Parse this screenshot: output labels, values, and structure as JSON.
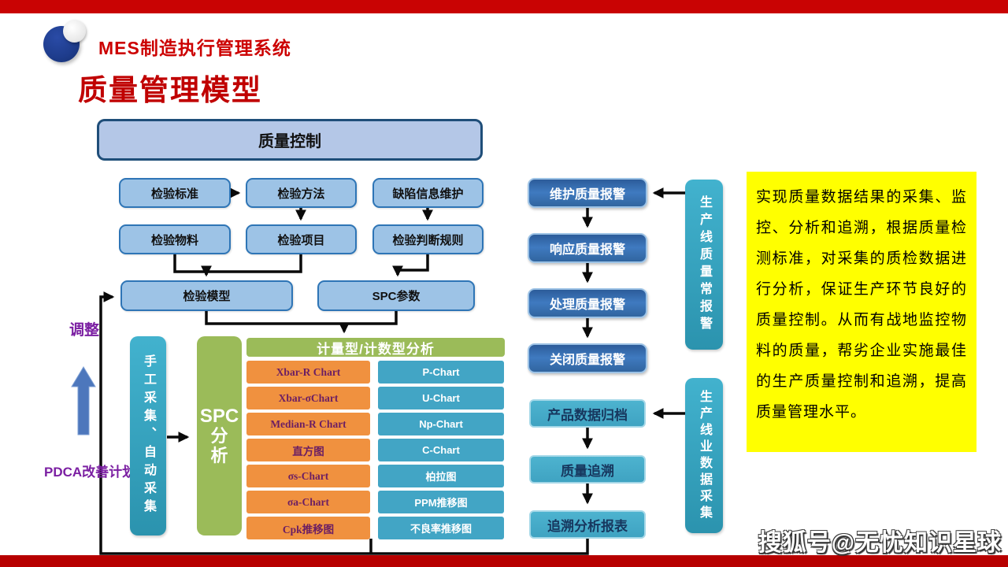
{
  "slide": {
    "brand": "MES制造执行管理系统",
    "title": "质量管理模型",
    "watermark": "搜狐号@无忧知识星球"
  },
  "colors": {
    "top_bar_red": "#C90303",
    "bottom_bar_red": "#B70000",
    "title_red": "#C00000",
    "logo_navy": "#1E3C8C",
    "root_fill": "#B4C7E7",
    "root_border": "#1F4E79",
    "node_blue_fill": "#9DC3E6",
    "node_blue_border": "#2E75B6",
    "alarm_blue": "#3F7AC0",
    "teal": "#3FA3C2",
    "green": "#9BBB59",
    "orange": "#F0913F",
    "orange_text_purple": "#6B1E63",
    "label_purple": "#7B1FA2",
    "note_yellow": "#FFFF00",
    "connector_black": "#0A0A0A",
    "pdca_arrow_blue": "#4D77BC"
  },
  "nodes": {
    "root": "质量控制",
    "row1": [
      "检验标准",
      "检验方法",
      "缺陷信息维护"
    ],
    "row2": [
      "检验物料",
      "检验项目",
      "检验判断规则"
    ],
    "row3": [
      "检验模型",
      "SPC参数"
    ]
  },
  "feedback": {
    "adjust": "调整",
    "pdca": "PDCA改善计划"
  },
  "collection": {
    "manual_auto": "手工采集、自动采集",
    "spc_line1": "SPC",
    "spc_line2": "分",
    "spc_line3": "析"
  },
  "spc_table": {
    "header": "计量型/计数型分析",
    "variable_charts": [
      "Xbar-R Chart",
      "Xbar-σChart",
      "Median-R Chart",
      "直方图",
      "σs-Chart",
      "σa-Chart",
      "Cpk推移图"
    ],
    "attribute_charts": [
      "P-Chart",
      "U-Chart",
      "Np-Chart",
      "C-Chart",
      "柏拉图",
      "PPM推移图",
      "不良率推移图"
    ]
  },
  "alarm_flow": {
    "items": [
      "维护质量报警",
      "响应质量报警",
      "处理质量报警",
      "关闭质量报警"
    ],
    "source": "生产线质量常报警"
  },
  "trace_flow": {
    "items": [
      "产品数据归档",
      "质量追溯",
      "追溯分析报表"
    ],
    "source": "生产线业数据采集"
  },
  "note": {
    "text": "实现质量数据结果的采集、监控、分析和追溯，根据质量检测标准，对采集的质检数据进行分析，保证生产环节良好的质量控制。从而有战地监控物料的质量，帮劣企业实施最佳的生产质量控制和追溯，提高质量管理水平。"
  }
}
